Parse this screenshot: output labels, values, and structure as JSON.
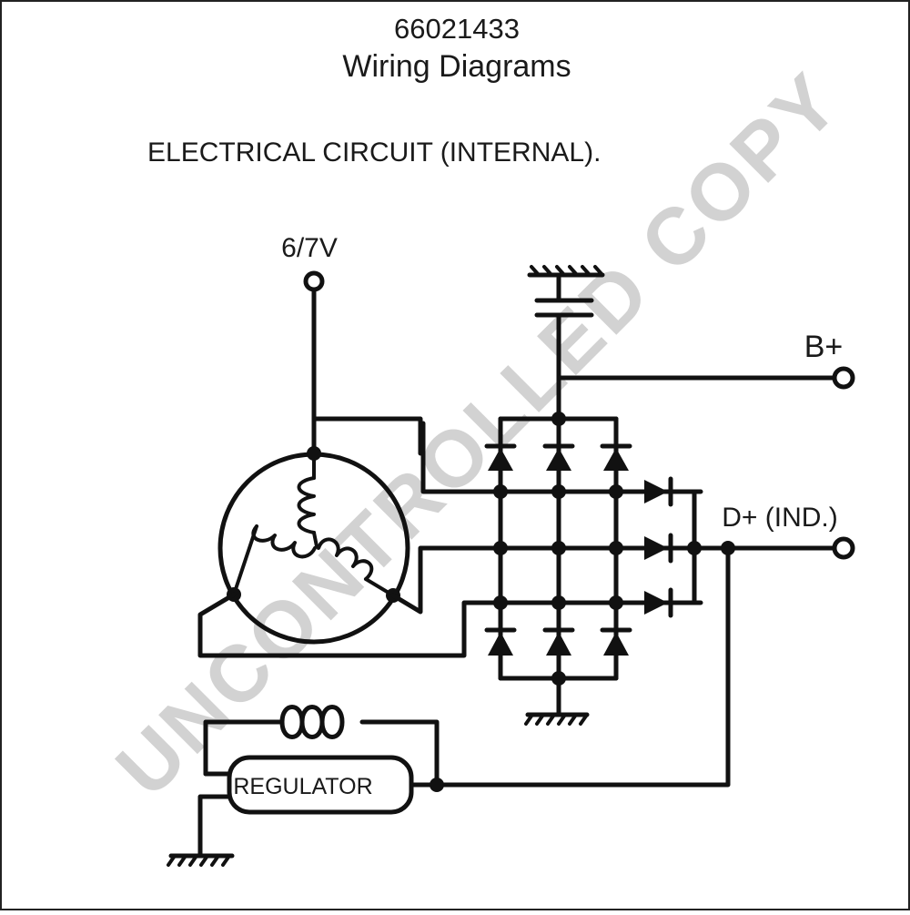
{
  "header": {
    "part_number": "66021433",
    "title": "Wiring Diagrams"
  },
  "diagram": {
    "heading": "ELECTRICAL CIRCUIT (INTERNAL).",
    "labels": {
      "voltage_terminal": "6/7V",
      "battery_terminal": "B+",
      "indicator_terminal": "D+ (IND.)",
      "regulator": "REGULATOR"
    }
  },
  "watermark": "UNCONTROLLED COPY"
}
